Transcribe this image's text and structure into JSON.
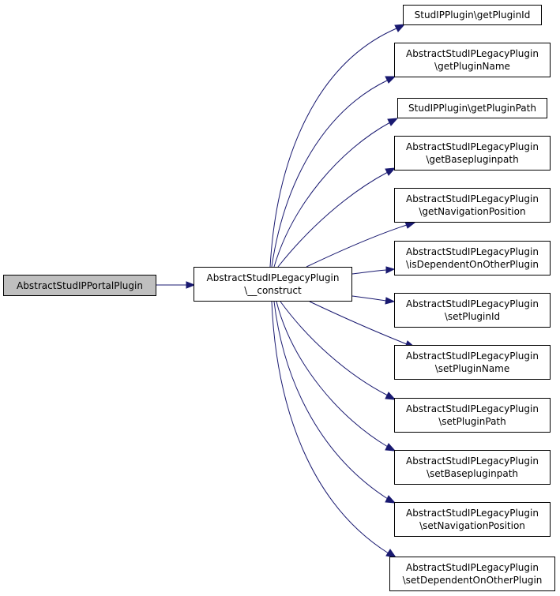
{
  "graph": {
    "edge_color": "#191970",
    "root": {
      "line1": "AbstractStudIPPortalPlugin"
    },
    "construct": {
      "line1": "AbstractStudIPLegacyPlugin",
      "line2": "\\__construct"
    },
    "callees": [
      {
        "line1": "StudIPPlugin\\getPluginId",
        "line2": ""
      },
      {
        "line1": "AbstractStudIPLegacyPlugin",
        "line2": "\\getPluginName"
      },
      {
        "line1": "StudIPPlugin\\getPluginPath",
        "line2": ""
      },
      {
        "line1": "AbstractStudIPLegacyPlugin",
        "line2": "\\getBasepluginpath"
      },
      {
        "line1": "AbstractStudIPLegacyPlugin",
        "line2": "\\getNavigationPosition"
      },
      {
        "line1": "AbstractStudIPLegacyPlugin",
        "line2": "\\isDependentOnOtherPlugin"
      },
      {
        "line1": "AbstractStudIPLegacyPlugin",
        "line2": "\\setPluginId"
      },
      {
        "line1": "AbstractStudIPLegacyPlugin",
        "line2": "\\setPluginName"
      },
      {
        "line1": "AbstractStudIPLegacyPlugin",
        "line2": "\\setPluginPath"
      },
      {
        "line1": "AbstractStudIPLegacyPlugin",
        "line2": "\\setBasepluginpath"
      },
      {
        "line1": "AbstractStudIPLegacyPlugin",
        "line2": "\\setNavigationPosition"
      },
      {
        "line1": "AbstractStudIPLegacyPlugin",
        "line2": "\\setDependentOnOtherPlugin"
      }
    ]
  }
}
